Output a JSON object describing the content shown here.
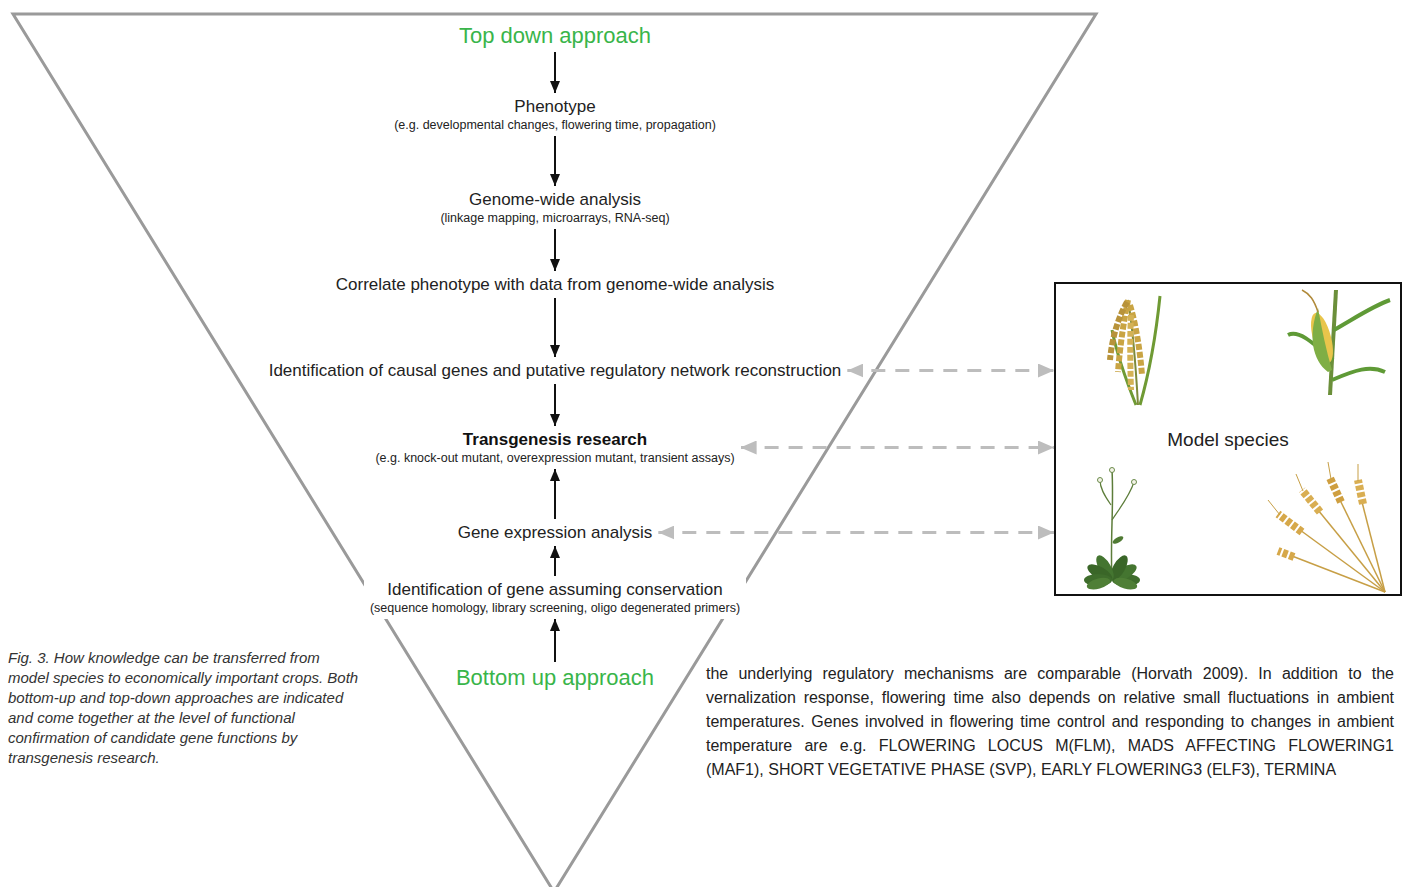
{
  "diagram": {
    "caption": "Fig. 3. How knowledge can be transferred from model species to economically important crops. Both bottom-up and top-down approaches are indicated and come together at the level of functional confirmation of candidate gene functions by transgenesis research.",
    "nodes": [
      {
        "text": [
          "Top down approach"
        ]
      },
      {
        "text": [
          "Phenotype",
          "(e.g. developmental changes, flowering time, propagation)"
        ]
      },
      {
        "text": [
          "Genome-wide analysis",
          "(linkage mapping, microarrays, RNA-seq)"
        ]
      },
      {
        "text": [
          "Correlate phenotype with data from genome-wide analysis"
        ]
      },
      {
        "text": [
          "Identification of causal genes and putative regulatory network reconstruction"
        ]
      },
      {
        "text": [
          "Transgenesis research",
          "(e.g. knock-out mutant, overexpression mutant, transient assays)"
        ]
      },
      {
        "text": [
          "Gene expression analysis"
        ]
      },
      {
        "text": [
          "Identification of gene assuming conservation",
          "(sequence homology, library screening, oligo degenerated primers)"
        ]
      },
      {
        "text": [
          "Bottom up approach"
        ]
      },
      {
        "text": [
          "Model species"
        ]
      }
    ],
    "edges": [
      {
        "from": 0,
        "to": 1,
        "arrow": "to"
      },
      {
        "from": 1,
        "to": 2,
        "arrow": "to"
      },
      {
        "from": 2,
        "to": 3,
        "arrow": "to"
      },
      {
        "from": 3,
        "to": 4,
        "arrow": "to"
      },
      {
        "from": 4,
        "to": 5,
        "arrow": "to"
      },
      {
        "from": 8,
        "to": 7,
        "arrow": "to"
      },
      {
        "from": 7,
        "to": 6,
        "arrow": "to"
      },
      {
        "from": 6,
        "to": 5,
        "arrow": "to"
      },
      {
        "from": 4,
        "to": 9,
        "arrow": "both"
      },
      {
        "from": 5,
        "to": 9,
        "arrow": "both"
      },
      {
        "from": 6,
        "to": 9,
        "arrow": "both"
      }
    ],
    "labels": [
      "the underlying regulatory mechanisms are comparable (Horvath 2009). In addition to the vernalization response, flowering time also depends on relative small fluctuations in ambient temperatures. Genes involved in flowering time control and responding to changes in ambient temperature are e.g. FLOWERING LOCUS M(FLM), MADS AFFECTING FLOWERING1 (MAF1), SHORT VEGETATIVE PHASE (SVP), EARLY FLOWERING3 (ELF3), TERMINA"
    ]
  }
}
